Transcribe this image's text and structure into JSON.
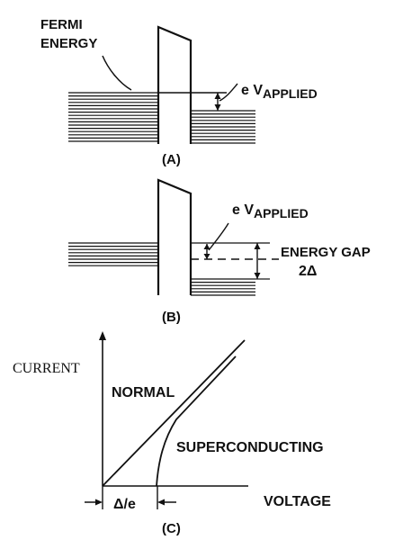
{
  "panel_a": {
    "fermi_label_line1": "FERMI",
    "fermi_label_line2": "ENERGY",
    "voltage_label_e": "e V",
    "voltage_label_sub": "APPLIED",
    "caption": "(A)"
  },
  "panel_b": {
    "voltage_label_e": "e V",
    "voltage_label_sub": "APPLIED",
    "gap_label_line1": "ENERGY GAP",
    "gap_label_line2": "2Δ",
    "caption": "(B)"
  },
  "panel_c": {
    "y_axis_label": "CURRENT",
    "x_axis_label": "VOLTAGE",
    "curve_normal_label": "NORMAL",
    "curve_super_label": "SUPERCONDUCTING",
    "offset_label": "Δ/e",
    "caption": "(C)"
  }
}
